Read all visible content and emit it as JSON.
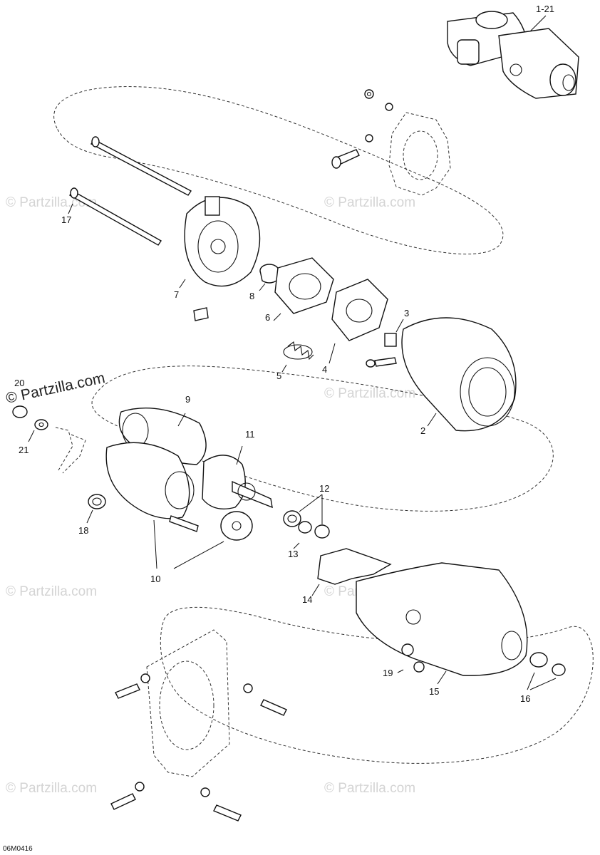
{
  "diagram": {
    "figure_code": "06M0416",
    "watermark": "© Partzilla.com",
    "watermark_prominent": "© Partzilla.com",
    "callouts": [
      {
        "id": "1-21",
        "label": "1-21"
      },
      {
        "id": "2",
        "label": "2"
      },
      {
        "id": "3",
        "label": "3"
      },
      {
        "id": "4",
        "label": "4"
      },
      {
        "id": "5",
        "label": "5"
      },
      {
        "id": "6",
        "label": "6"
      },
      {
        "id": "7",
        "label": "7"
      },
      {
        "id": "8",
        "label": "8"
      },
      {
        "id": "9",
        "label": "9"
      },
      {
        "id": "10",
        "label": "10"
      },
      {
        "id": "11",
        "label": "11"
      },
      {
        "id": "12",
        "label": "12"
      },
      {
        "id": "13",
        "label": "13"
      },
      {
        "id": "14",
        "label": "14"
      },
      {
        "id": "15",
        "label": "15"
      },
      {
        "id": "16",
        "label": "16"
      },
      {
        "id": "17",
        "label": "17"
      },
      {
        "id": "18",
        "label": "18"
      },
      {
        "id": "19",
        "label": "19"
      },
      {
        "id": "20",
        "label": "20"
      },
      {
        "id": "21",
        "label": "21"
      }
    ]
  }
}
